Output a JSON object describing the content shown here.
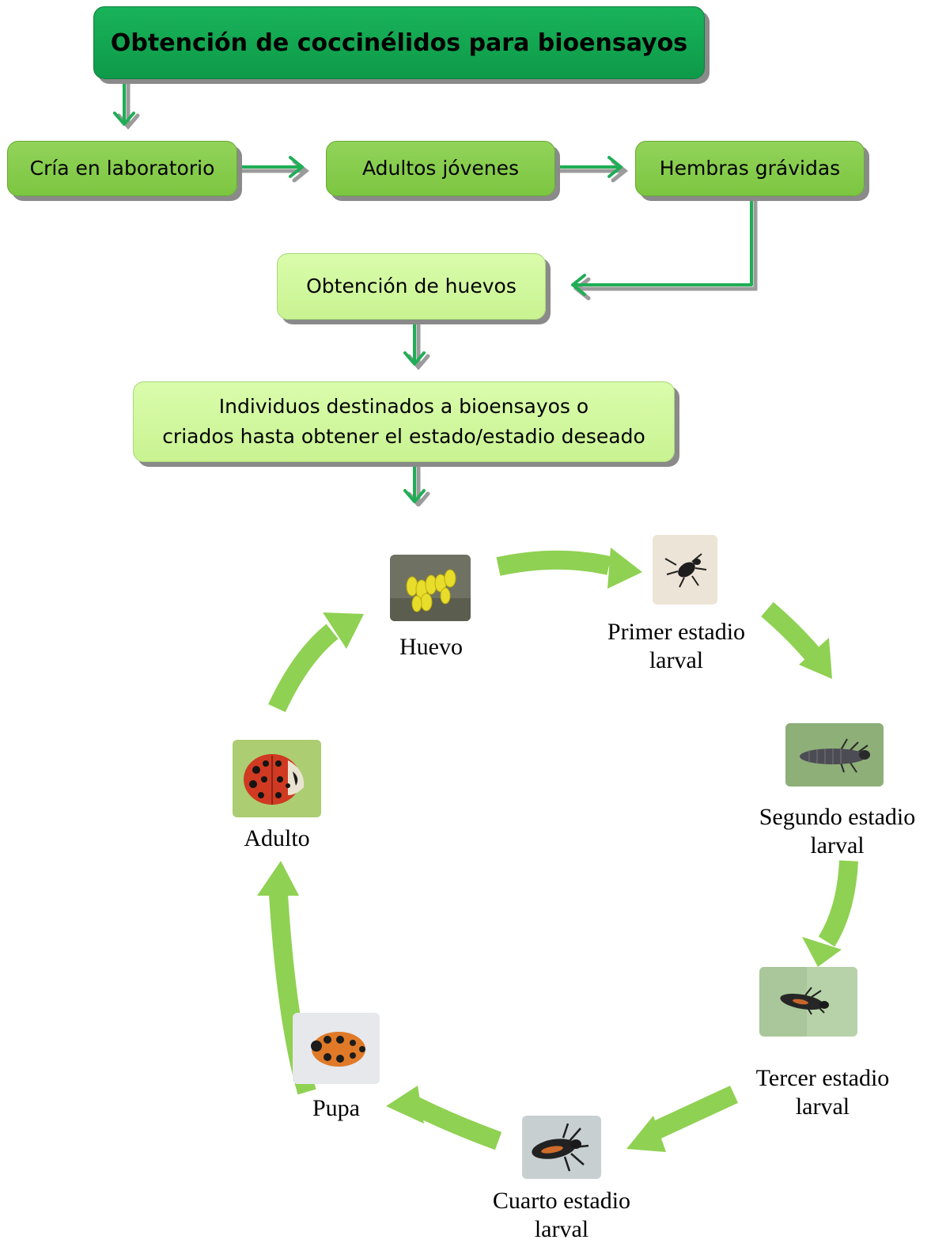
{
  "flowchart": {
    "title": "Obtención de coccinélidos para bioensayos",
    "step_cria": "Cría en laboratorio",
    "step_adultos": "Adultos jóvenes",
    "step_hembras": "Hembras grávidas",
    "step_huevos": "Obtención de huevos",
    "step_individuos_line1": "Individuos destinados a bioensayos o",
    "step_individuos_line2": "criados hasta obtener el estado/estadio deseado"
  },
  "life_cycle": {
    "huevo": "Huevo",
    "primer_line1": "Primer estadio",
    "primer_line2": "larval",
    "segundo_line1": "Segundo estadio",
    "segundo_line2": "larval",
    "tercer_line1": "Tercer estadio",
    "tercer_line2": "larval",
    "cuarto_line1": "Cuarto estadio",
    "cuarto_line2": "larval",
    "pupa": "Pupa",
    "adulto": "Adulto"
  },
  "colors": {
    "title_box": "#13a651",
    "mid_box": "#84cb4b",
    "light_box": "#d1f89d",
    "connector_arrow": "#1fae55",
    "cycle_arrow": "#8fd152"
  }
}
